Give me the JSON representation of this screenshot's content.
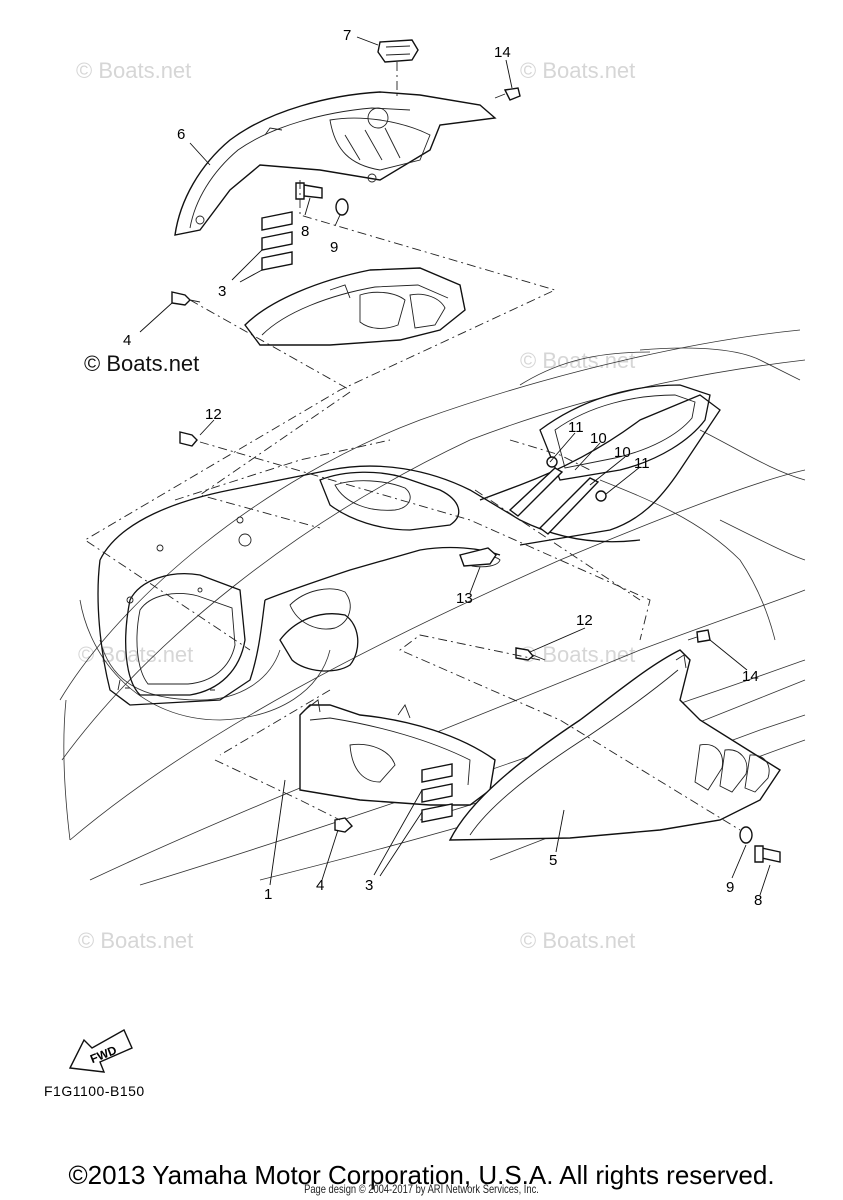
{
  "diagram": {
    "callouts": [
      "1",
      "3",
      "3",
      "4",
      "4",
      "5",
      "6",
      "7",
      "8",
      "8",
      "9",
      "9",
      "10",
      "10",
      "11",
      "11",
      "12",
      "12",
      "13",
      "14",
      "14"
    ],
    "fwd_label": "FWD",
    "drawing_code": "F1G1100-B150"
  },
  "watermarks": {
    "boats_net": "© Boats.net",
    "boats_net_bold": "© Boats.net"
  },
  "footer": {
    "copyright": "©2013 Yamaha Motor Corporation, U.S.A. All rights reserved.",
    "page_design": "Page design © 2004-2017 by ARI Network Services, Inc."
  }
}
